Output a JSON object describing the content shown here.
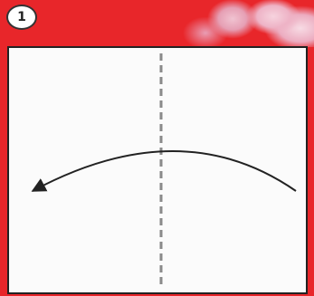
{
  "step": {
    "number": "1"
  },
  "colors": {
    "background": "#e8262a",
    "panel": "#fbfbfb",
    "line": "#222222"
  },
  "icons": {
    "fold_line": "dashed-fold-line",
    "arrow": "curved-fold-arrow"
  }
}
